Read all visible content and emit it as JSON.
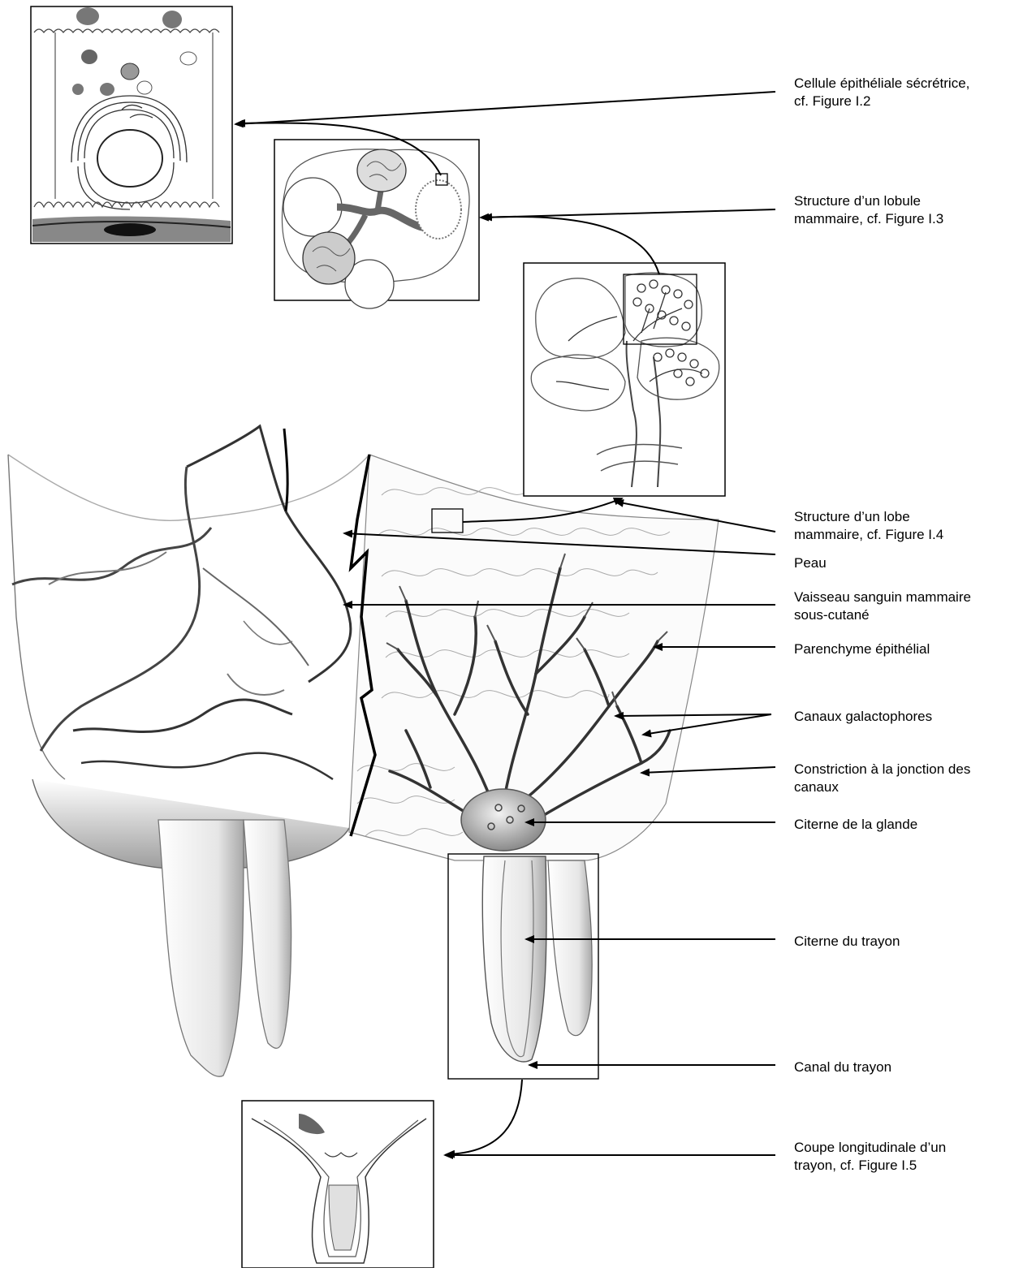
{
  "labels": {
    "cellule": "Cellule épithéliale sécrétrice,\ncf. Figure I.2",
    "lobule": "Structure d’un lobule\nmammaire, cf. Figure I.3",
    "lobe": "Structure d’un lobe\nmammaire, cf. Figure I.4",
    "peau": "Peau",
    "vaisseau": "Vaisseau sanguin mammaire\nsous-cutané",
    "parenchyme": "Parenchyme épithélial",
    "canaux": "Canaux galactophores",
    "constriction": "Constriction à la jonction des\ncanaux",
    "citerne_glande": "Citerne de la glande",
    "citerne_trayon": "Citerne du trayon",
    "canal_trayon": "Canal du trayon",
    "coupe": "Coupe longitudinale d’un\ntrayon, cf. Figure I.5"
  },
  "colors": {
    "line": "#000000",
    "pencil": "#555555",
    "shade": "#9a9a9a"
  }
}
